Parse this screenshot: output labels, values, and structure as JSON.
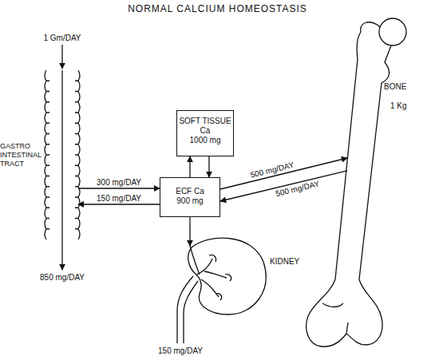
{
  "diagram": {
    "title": "NORMAL CALCIUM HOMEOSTASIS",
    "nodes": [
      {
        "text": [
          "GASTRO INTESTINAL TRACT"
        ]
      },
      {
        "text": [
          "SOFT TISSUE Ca",
          "1000 mg"
        ]
      },
      {
        "text": [
          "ECF Ca",
          "900 mg"
        ]
      },
      {
        "text": [
          "BONE",
          "1 Kg"
        ]
      },
      {
        "text": [
          "KIDNEY"
        ]
      }
    ],
    "edges": [
      {
        "from": 0,
        "to": 2,
        "arrow": "to",
        "label": "300 mg/DAY"
      },
      {
        "from": 2,
        "to": 0,
        "arrow": "to",
        "label": "150 mg/DAY"
      },
      {
        "from": 2,
        "to": 1,
        "arrow": "to"
      },
      {
        "from": 1,
        "to": 2,
        "arrow": "to"
      },
      {
        "from": 2,
        "to": 3,
        "arrow": "to",
        "label": "500 mg/DAY"
      },
      {
        "from": 3,
        "to": 2,
        "arrow": "to",
        "label": "500 mg/DAY"
      },
      {
        "from": 2,
        "to": 4,
        "arrow": "to"
      }
    ],
    "labels": [
      "1 Gm/DAY",
      "850 mg/DAY",
      "150 mg/DAY"
    ]
  }
}
